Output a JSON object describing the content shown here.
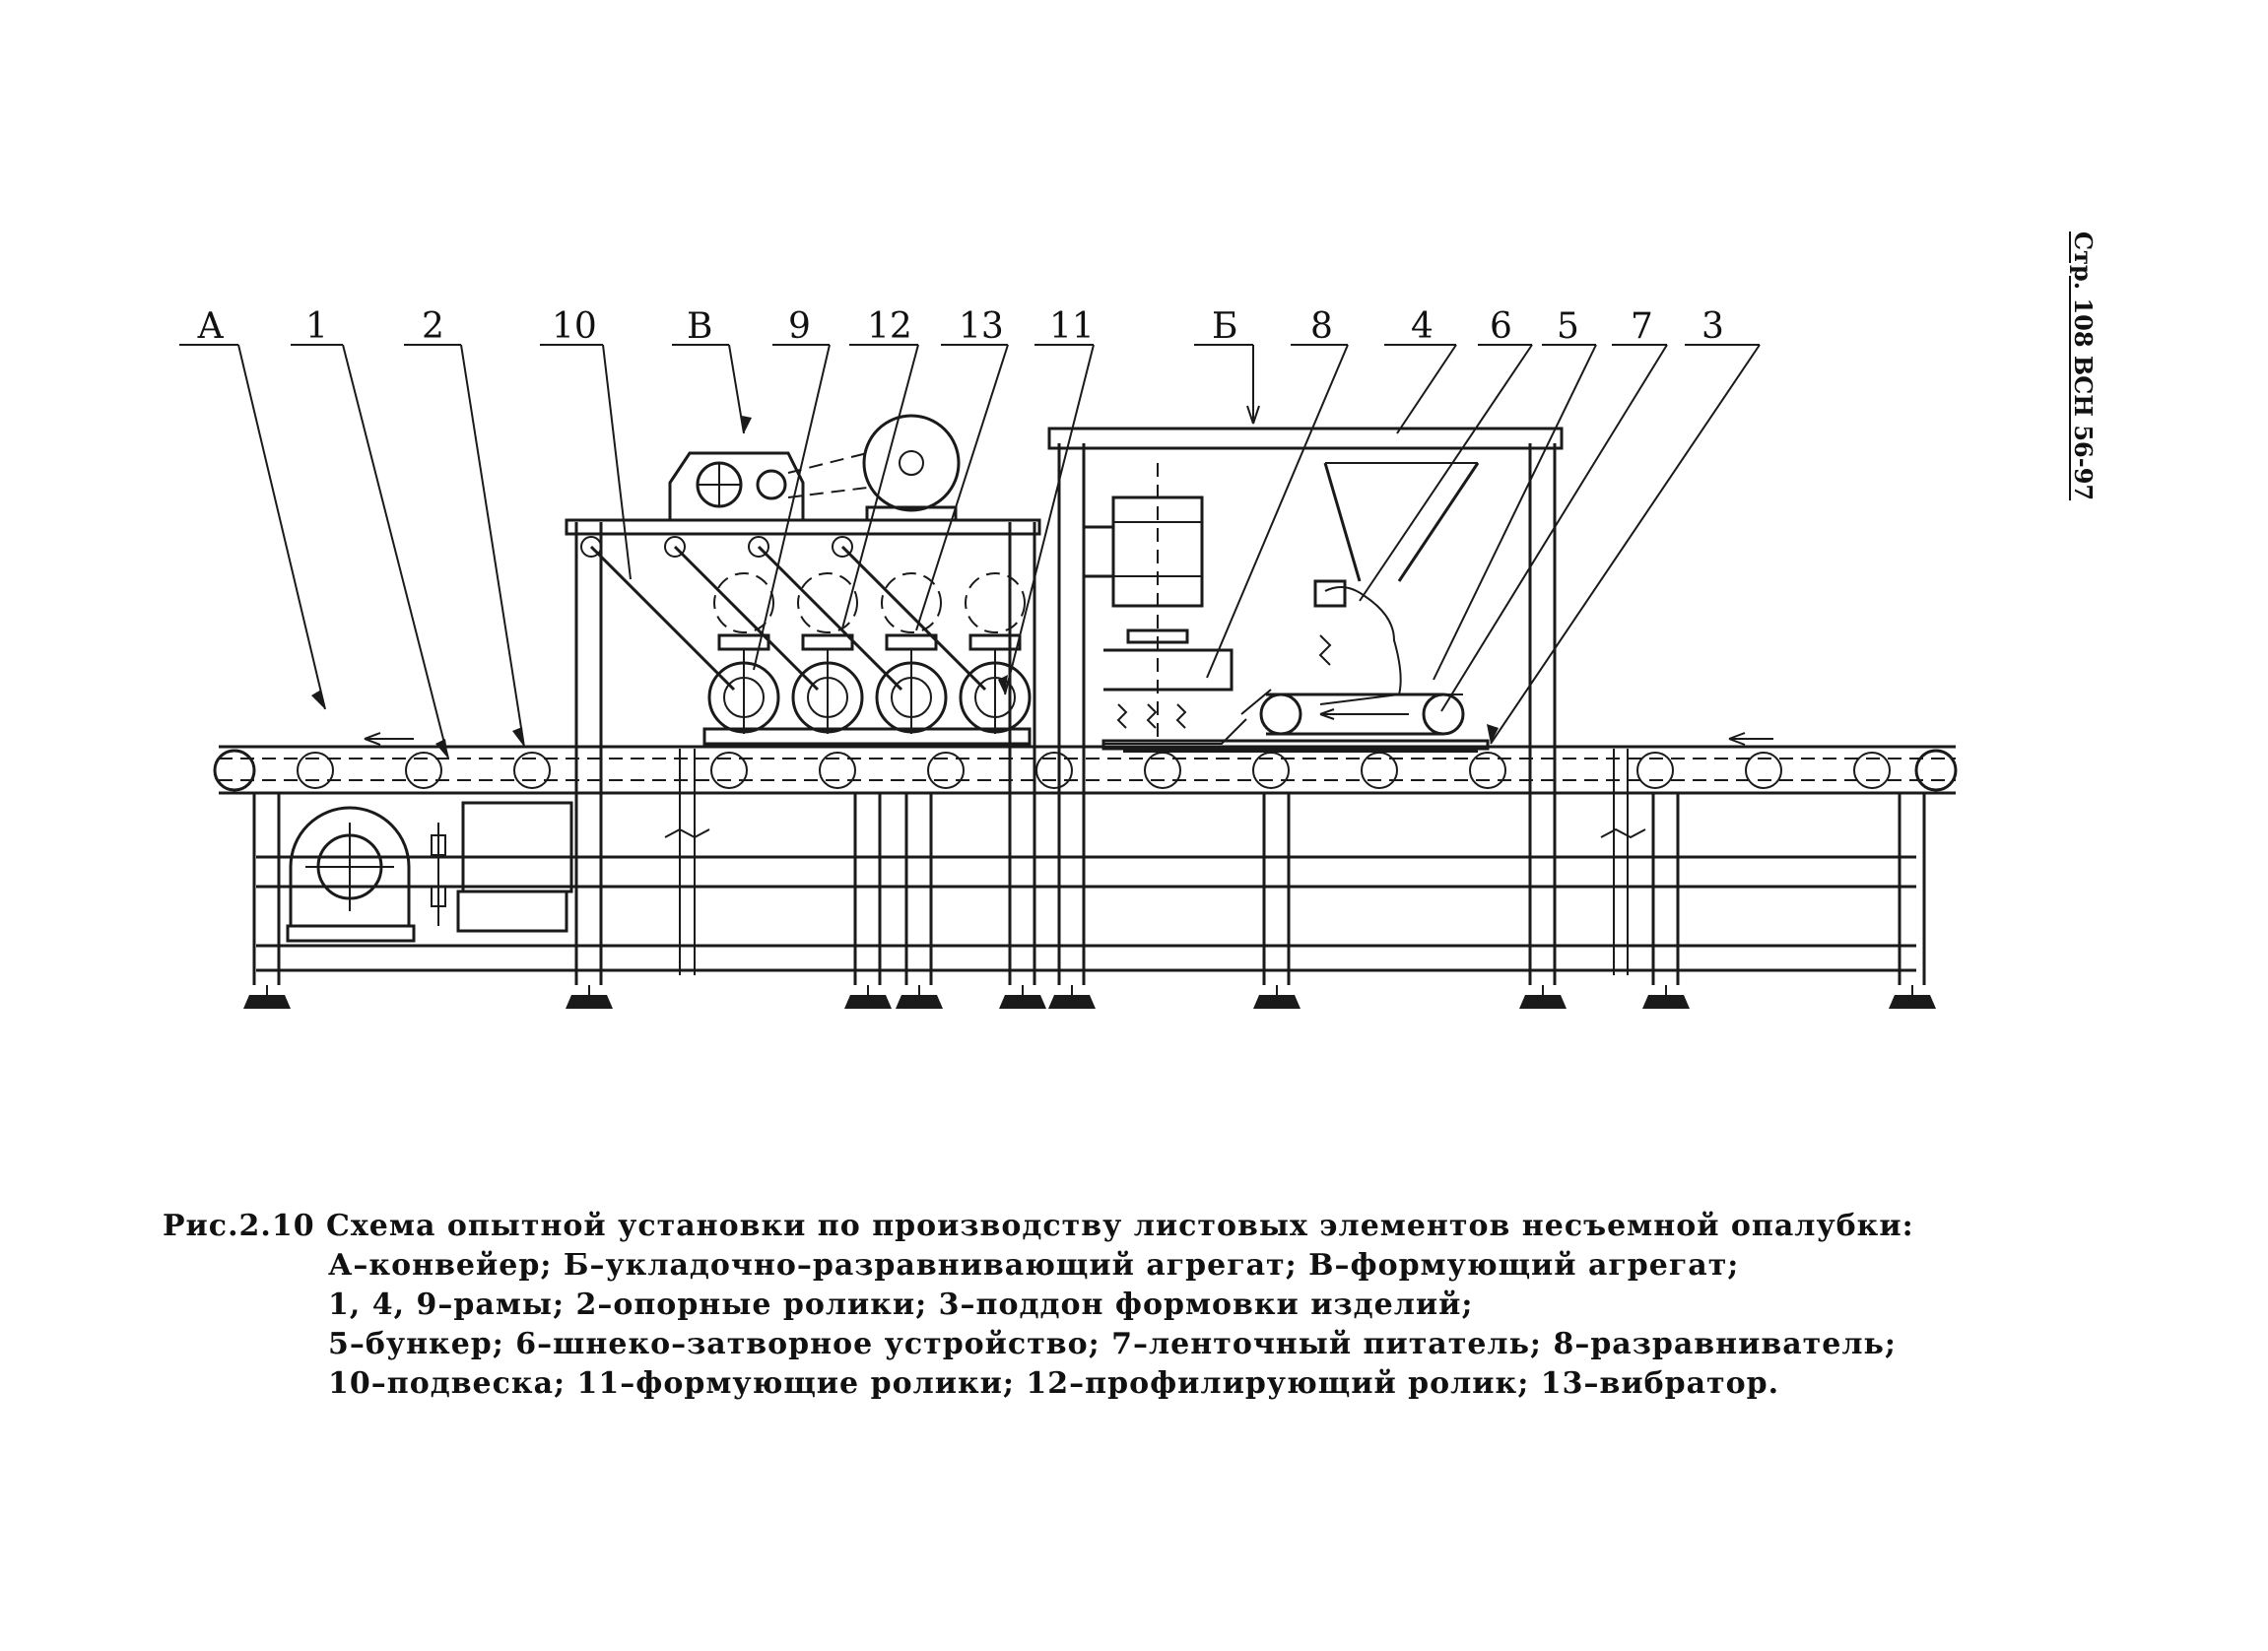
{
  "page_ref": "Стр. 108 ВСН 56-97",
  "labels": [
    "А",
    "1",
    "2",
    "10",
    "В",
    "9",
    "12",
    "13",
    "11",
    "Б",
    "8",
    "4",
    "6",
    "5",
    "7",
    "3"
  ],
  "caption": {
    "figure_number": "Рис.2.10",
    "title": "Схема опытной установки по производству листовых элементов несъемной опалубки:",
    "legend_lines": [
      "А–конвейер; Б–укладочно–разравнивающий агрегат; В–формующий агрегат;",
      "1, 4, 9–рамы; 2–опорные ролики; 3–поддон формовки изделий;",
      "5–бункер; 6–шнеко–затворное устройство; 7–ленточный питатель; 8–разравниватель;",
      "10–подвеска; 11–формующие ролики; 12–профилирующий ролик; 13–вибратор."
    ]
  }
}
